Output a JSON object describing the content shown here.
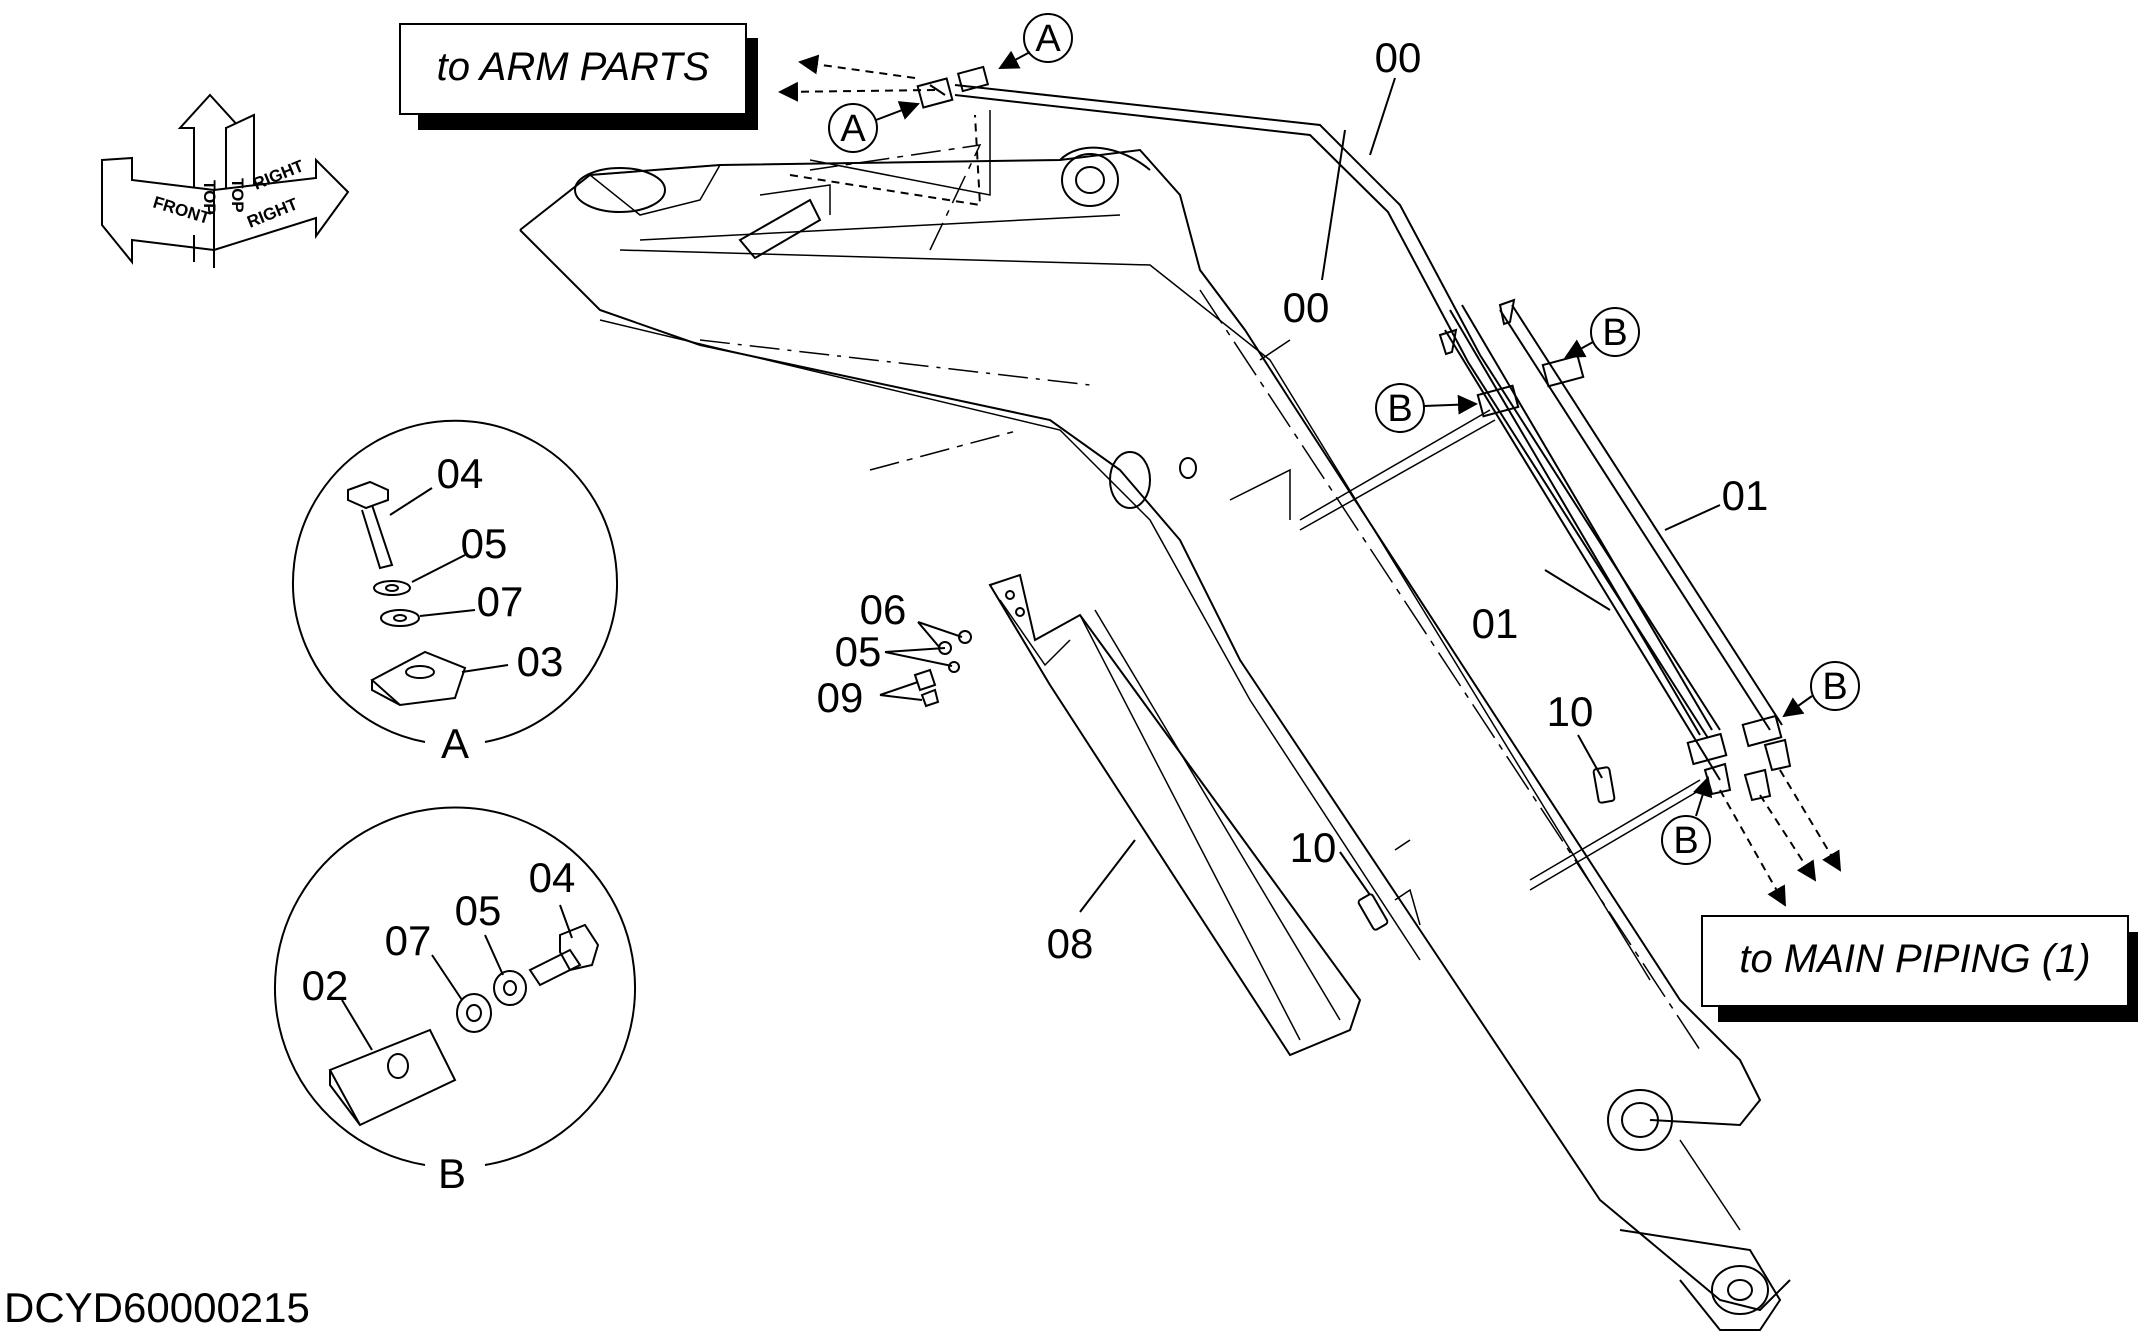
{
  "references": {
    "arm_parts": "to ARM PARTS",
    "main_piping": "to MAIN PIPING (1)"
  },
  "orientation_arrows": {
    "front": "FRONT",
    "top": "TOP",
    "right": "RIGHT"
  },
  "detail_views": {
    "a": {
      "title": "A",
      "parts": [
        "04",
        "05",
        "07",
        "03"
      ]
    },
    "b": {
      "title": "B",
      "parts": [
        "02",
        "07",
        "05",
        "04"
      ]
    }
  },
  "callouts": {
    "a": "A",
    "b": "B"
  },
  "part_labels": {
    "p00": "00",
    "p01": "01",
    "p05": "05",
    "p06": "06",
    "p08": "08",
    "p09": "09",
    "p10": "10"
  },
  "drawing_id": "DCYD60000215"
}
